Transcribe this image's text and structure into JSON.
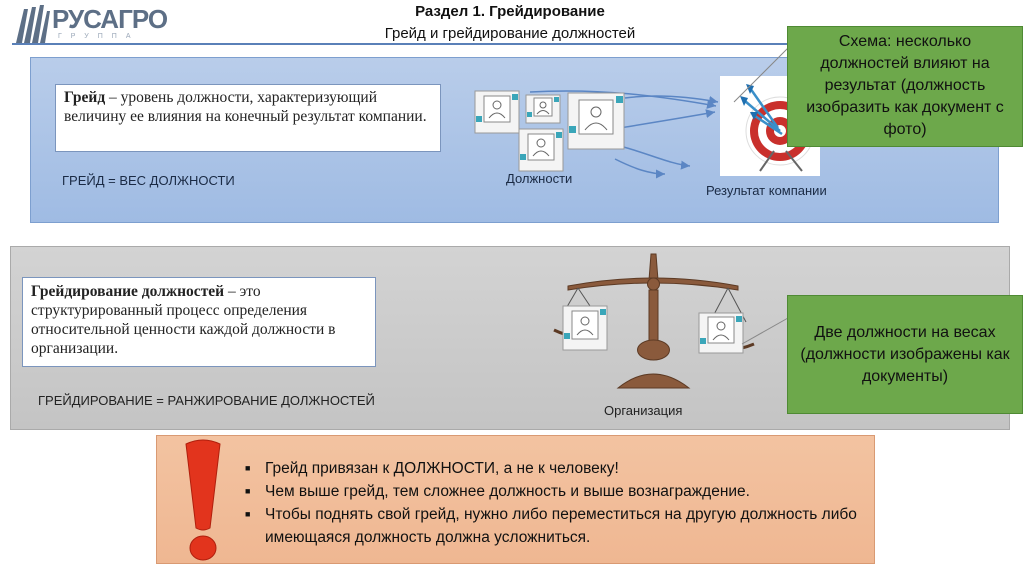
{
  "header": {
    "logo_text": "РУСАГРО",
    "logo_sub": "ГРУППА",
    "title": "Раздел 1. Грейдирование",
    "subtitle": "Грейд и грейдирование должностей"
  },
  "panel1": {
    "term": "Грейд",
    "definition": " – уровень должности, характеризующий величину ее влияния на конечный результат компании.",
    "formula": "ГРЕЙД = ВЕС ДОЛЖНОСТИ",
    "label_positions": "Должности",
    "label_result": "Результат компании"
  },
  "note1": "Схема: несколько должностей влияют на результат (должность изобразить как документ с фото)",
  "panel2": {
    "term": "Грейдирование должностей",
    "definition": " – это структурированный процесс определения относительной ценности каждой должности в организации.",
    "formula": "ГРЕЙДИРОВАНИЕ = РАНЖИРОВАНИЕ ДОЛЖНОСТЕЙ",
    "label_org": "Организация"
  },
  "note2": "Две должности на весах (должности изображены как документы)",
  "bottom": {
    "items": [
      "Грейд привязан к ДОЛЖНОСТИ, а не к человеку!",
      "Чем выше грейд, тем сложнее должность и выше вознаграждение.",
      "Чтобы поднять свой грейд, нужно либо переместиться на другую должность либо имеющаяся должность должна усложниться."
    ]
  },
  "colors": {
    "accent_blue": "#5a80b8",
    "green_note": "#6da84b",
    "orange_box": "#f3c3a1",
    "exclaim_red": "#e2341d"
  }
}
